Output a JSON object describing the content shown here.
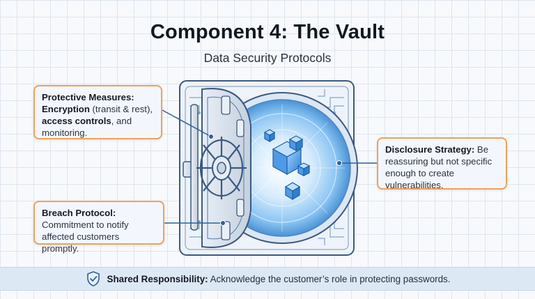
{
  "header": {
    "title": "Component 4: The Vault",
    "subtitle": "Data Security Protocols"
  },
  "callouts": {
    "protective": {
      "label": "Protective Measures:",
      "encryption_term": "Encryption",
      "encryption_detail": " (transit & rest),",
      "access_term": "access controls",
      "tail": ", and monitoring."
    },
    "breach": {
      "label": "Breach Protocol:",
      "text": "Commitment to notify affected customers promptly."
    },
    "disclosure": {
      "label": "Disclosure Strategy:",
      "text": " Be reassuring but not specific enough to create vulnerabilities."
    }
  },
  "footer": {
    "icon": "shield-check-icon",
    "label": "Shared Responsibility:",
    "text": " Acknowledge the customer’s role in protecting passwords."
  },
  "colors": {
    "accent_orange": "#f0a15a",
    "line_blue": "#2f5f9e",
    "vault_glow": "#6fb6f2",
    "footer_band": "#dde8f5"
  }
}
